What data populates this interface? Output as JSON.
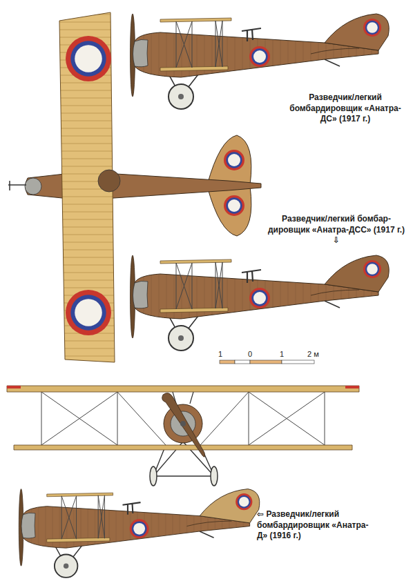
{
  "diagram": {
    "labels": [
      "Разведчик/легкий бомбардировщик «Анатра-ДС» (1917 г.)",
      "Разведчик/легкий бомбар-дировщик «Анатра-ДСС» (1917 г.) ⇩",
      "⇦ Разведчик/легкий бомбардировщик «Анатра-Д» (1916 г.)",
      "1",
      "0",
      "1",
      "2 м"
    ]
  }
}
